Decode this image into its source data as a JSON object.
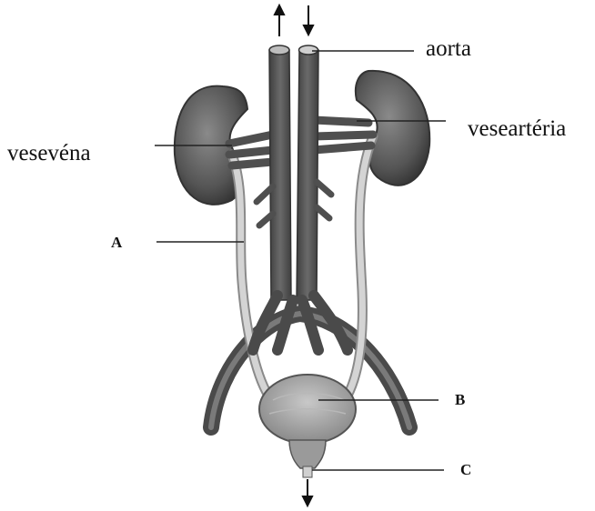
{
  "labels": {
    "aorta": "aorta",
    "vesearteria": "veseartéria",
    "vesevena": "vesevéna",
    "a": "A",
    "b": "B",
    "c": "C"
  },
  "colors": {
    "kidney": "#5f5f5f",
    "vessel": "#4f4f4f",
    "ureter": "#cfcfcf",
    "bladder": "#a9a9a9",
    "line": "#222222"
  }
}
